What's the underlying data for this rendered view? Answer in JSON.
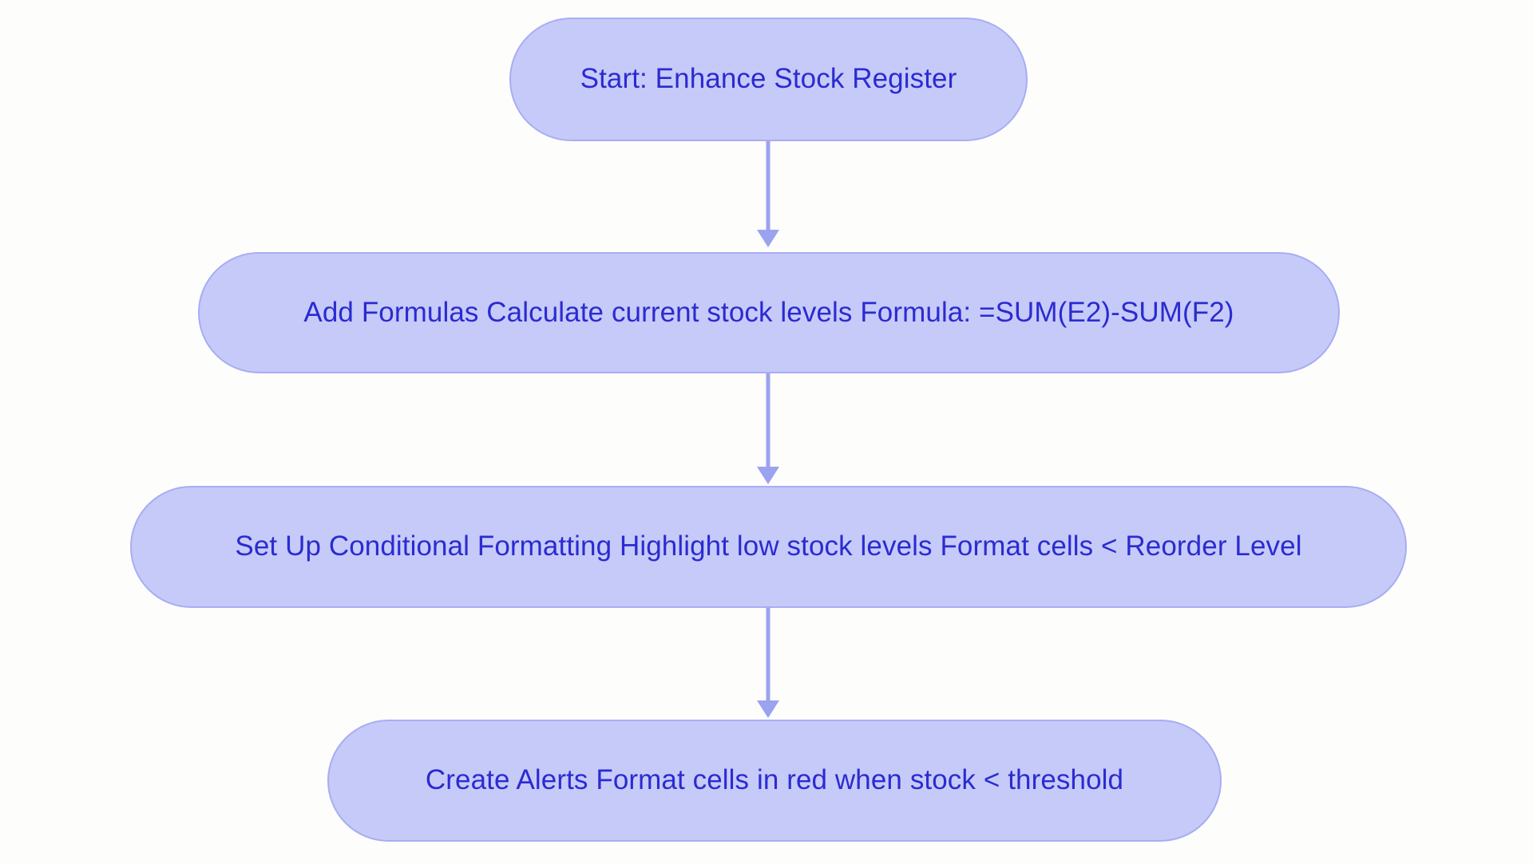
{
  "diagram": {
    "type": "flowchart",
    "orientation": "top-to-bottom",
    "title": "",
    "colors": {
      "node_fill": "#c6caf9",
      "node_border": "#a7adf3",
      "node_text": "#2b2bd0",
      "connector": "#9aa3f0",
      "background": "#fdfdfc"
    },
    "nodes": [
      {
        "id": "start",
        "shape": "stadium",
        "label": "Start: Enhance Stock Register"
      },
      {
        "id": "add-formulas",
        "shape": "stadium",
        "label": "Add Formulas Calculate current stock levels Formula: =SUM(E2)-SUM(F2)"
      },
      {
        "id": "conditional-formatting",
        "shape": "stadium",
        "label": "Set Up Conditional Formatting Highlight low stock levels Format cells < Reorder Level"
      },
      {
        "id": "create-alerts",
        "shape": "stadium",
        "label": "Create Alerts Format cells in red when stock < threshold"
      }
    ],
    "edges": [
      {
        "id": "edge-1",
        "from": "start",
        "to": "add-formulas",
        "label": "",
        "arrow": "down"
      },
      {
        "id": "edge-2",
        "from": "add-formulas",
        "to": "conditional-formatting",
        "label": "",
        "arrow": "down"
      },
      {
        "id": "edge-3",
        "from": "conditional-formatting",
        "to": "create-alerts",
        "label": "",
        "arrow": "down"
      }
    ]
  }
}
